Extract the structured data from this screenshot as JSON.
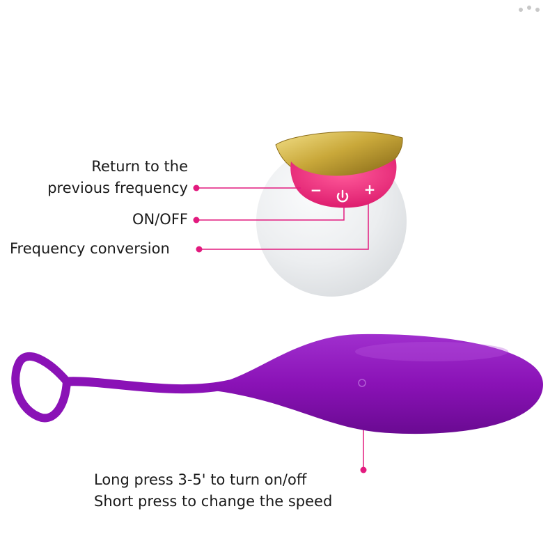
{
  "labels": {
    "minus_line1": "Return to the",
    "minus_line2": "previous frequency",
    "power": "ON/OFF",
    "plus": "Frequency conversion",
    "bottom_line1": "Long press 3-5' to turn on/off",
    "bottom_line2": "Short press to change the speed"
  },
  "button_symbols": {
    "minus": "−",
    "plus": "+"
  },
  "colors": {
    "leader": "#e21a7e",
    "device_purple": "#8a12b6",
    "panel_pink": "#f0307e",
    "gold": "#c9a83a",
    "ball": "#eceef0"
  }
}
